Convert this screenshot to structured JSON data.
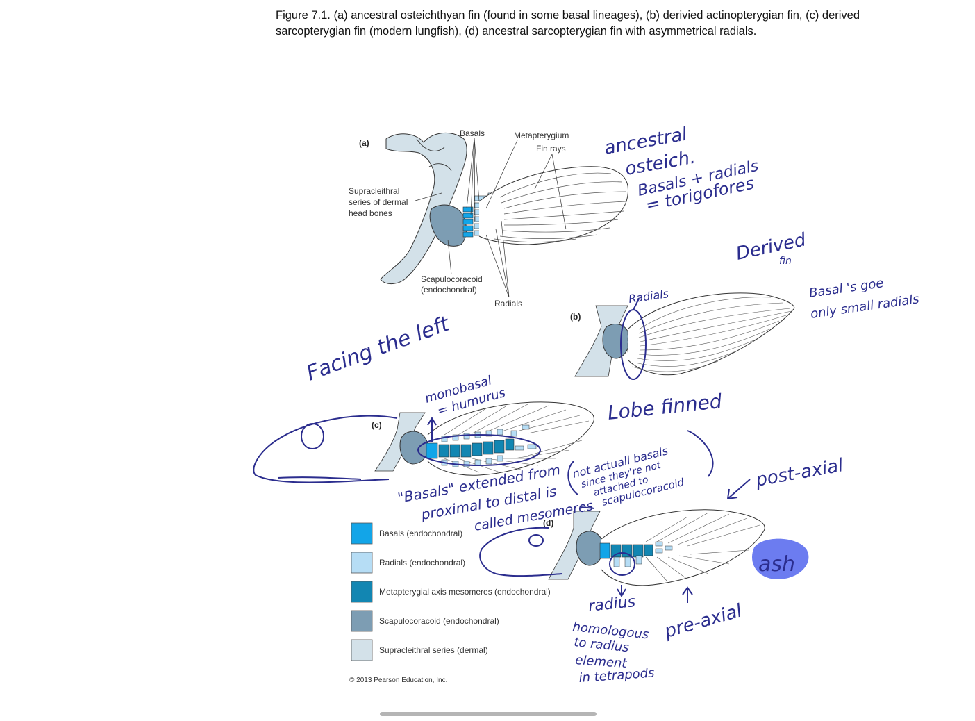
{
  "caption": "Figure 7.1. (a) ancestral osteichthyan fin (found in some basal lineages), (b) derivied actinopterygian fin, (c) derived sarcopterygian fin (modern lungfish), (d) ancestral sarcopterygian fin with asymmetrical radials.",
  "panels": {
    "a": {
      "tag": "(a)",
      "basals": "Basals",
      "metapterygium": "Metapterygium",
      "fin_rays": "Fin rays",
      "supracleithral_1": "Supracleithral",
      "supracleithral_2": "series of dermal",
      "supracleithral_3": "head bones",
      "scapulocoracoid_1": "Scapulocoracoid",
      "scapulocoracoid_2": "(endochondral)",
      "radials": "Radials"
    },
    "b": {
      "tag": "(b)"
    },
    "c": {
      "tag": "(c)"
    },
    "d": {
      "tag": "(d)"
    }
  },
  "legend": [
    {
      "label": "Basals (endochondral)",
      "color": "#12a5e8"
    },
    {
      "label": "Radials (endochondral)",
      "color": "#b6ddf5"
    },
    {
      "label": "Metapterygial axis mesomeres (endochondral)",
      "color": "#1286b2"
    },
    {
      "label": "Scapulocoracoid (endochondral)",
      "color": "#7d9db3"
    },
    {
      "label": "Supracleithral series (dermal)",
      "color": "#d3e1e9"
    }
  ],
  "copyright": "© 2013 Pearson Education, Inc.",
  "annotations": {
    "ancestral_1": "ancestral",
    "ancestral_2": "osteich.",
    "ancestral_3": "Basals + radials",
    "ancestral_4": "= torigofores",
    "derived_1": "Derived",
    "derived_2": "fin",
    "radials": "Radials",
    "basals_go_1": "Basal 's goe",
    "basals_go_2": "only small radials",
    "facing": "Facing the left",
    "monobasal_1": "monobasal",
    "monobasal_2": "= humurus",
    "lobe": "Lobe finned",
    "basals_ext_1": "\"Basals\" extended from",
    "basals_ext_2": "proximal to distal is",
    "basals_ext_3": "called mesomeres",
    "not_basals_1": "not actuall basals",
    "not_basals_2": "since they're not",
    "not_basals_3": "attached to",
    "not_basals_4": "scapulocoracoid",
    "post_axial": "post-axial",
    "ash": "ash",
    "radius": "radius",
    "pre_axial": "pre-axial",
    "homologous_1": "homologous",
    "homologous_2": "to radius",
    "homologous_3": "element",
    "homologous_4": "in tetrapods"
  },
  "colors": {
    "ink": "#2b2d8e",
    "highlight": "#6c7cf0"
  }
}
